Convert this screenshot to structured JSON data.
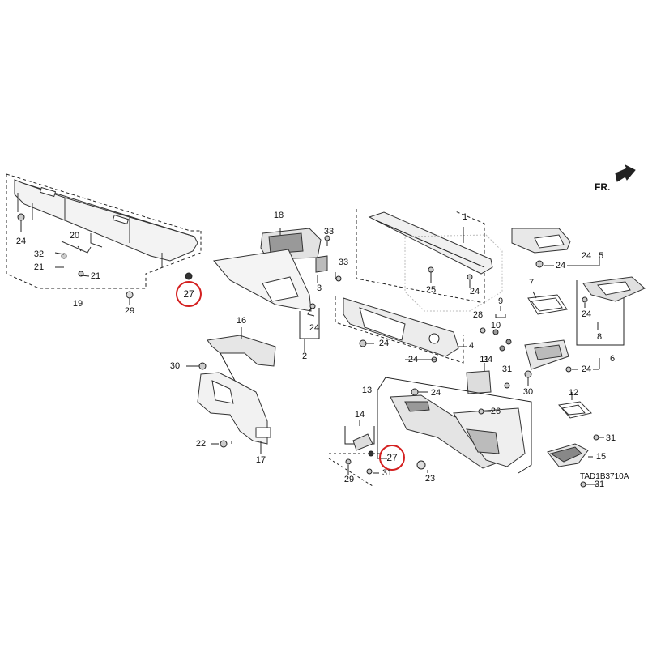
{
  "direction_arrow": {
    "label": "FR."
  },
  "diagram_code": "TAD1B3710A",
  "highlight_color": "#d42020",
  "callouts": [
    "1",
    "2",
    "3",
    "4",
    "5",
    "6",
    "7",
    "8",
    "9",
    "10",
    "11",
    "12",
    "13",
    "14",
    "15",
    "16",
    "17",
    "18",
    "19",
    "20",
    "21",
    "21",
    "22",
    "23",
    "24",
    "24",
    "24",
    "24",
    "24",
    "24",
    "24",
    "24",
    "24",
    "24",
    "24",
    "25",
    "26",
    "27",
    "27",
    "28",
    "29",
    "29",
    "30",
    "30",
    "31",
    "31",
    "31",
    "32",
    "33",
    "33"
  ]
}
